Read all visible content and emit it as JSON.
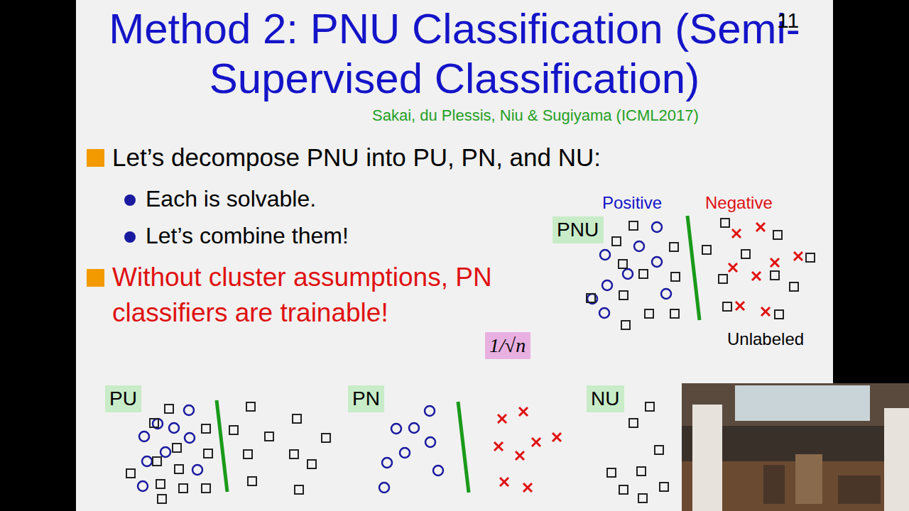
{
  "diagram": {
    "title": "Method 2: PNU Classification (Semi-Supervised Classification)",
    "nodes": [
      {
        "text": [
          "PNU"
        ]
      },
      {
        "text": [
          "1/√n"
        ]
      },
      {
        "text": [
          "PU"
        ]
      },
      {
        "text": [
          "PN"
        ]
      },
      {
        "text": [
          "NU"
        ]
      }
    ],
    "labels": [
      "11",
      "Sakai, du Plessis, Niu & Sugiyama (ICML2017)",
      "Let’s decompose PNU into PU, PN, and NU:",
      "Each is solvable.",
      "Let’s combine them!",
      "Without cluster assumptions, PN classifiers are trainable!",
      "Positive",
      "Negative",
      "Unlabeled"
    ]
  }
}
